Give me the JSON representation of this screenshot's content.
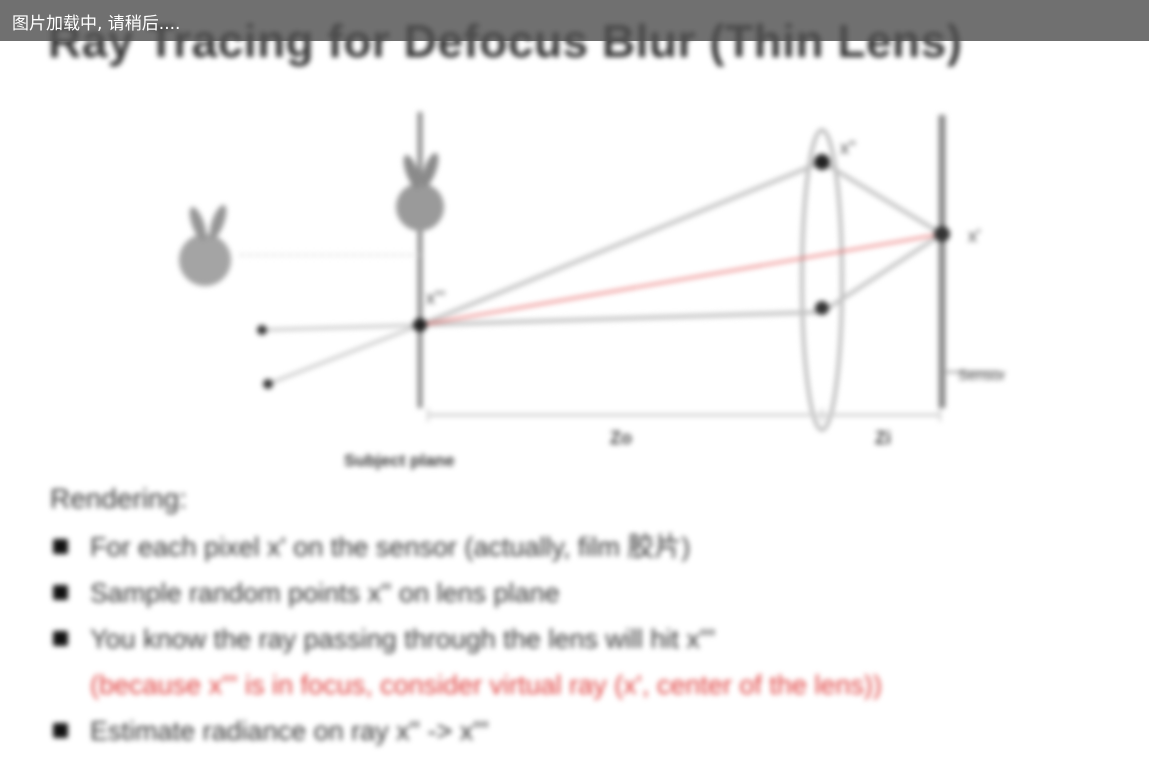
{
  "loading": {
    "text": "图片加载中, 请稍后...."
  },
  "slide": {
    "title": "Ray Tracing for Defocus Blur (Thin Lens)",
    "diagram": {
      "point_x_prime_prime": "x''",
      "point_x_prime_prime_prime": "x'''",
      "point_x_prime": "x'",
      "sensor_label": "Sensor",
      "subject_plane_label": "Subject plane",
      "distance_o": "Zo",
      "distance_i": "Zi"
    },
    "rendering_heading": "Rendering:",
    "bullets": [
      {
        "text": "For each pixel x' on the sensor (actually, film 胶片)",
        "type": "bullet"
      },
      {
        "text": "Sample random points x'' on lens plane",
        "type": "bullet"
      },
      {
        "text": "You know the ray passing through the lens will hit x'''",
        "type": "bullet"
      },
      {
        "text": "(because x''' is in focus, consider virtual ray (x', center of the lens))",
        "type": "note"
      },
      {
        "text": "Estimate radiance on ray x'' -> x'''",
        "type": "bullet"
      }
    ],
    "colors": {
      "note_red": "#e0403f",
      "ray_gray": "#bdbdbd",
      "ray_red": "#e86a6a",
      "plane_gray": "#888888"
    }
  }
}
